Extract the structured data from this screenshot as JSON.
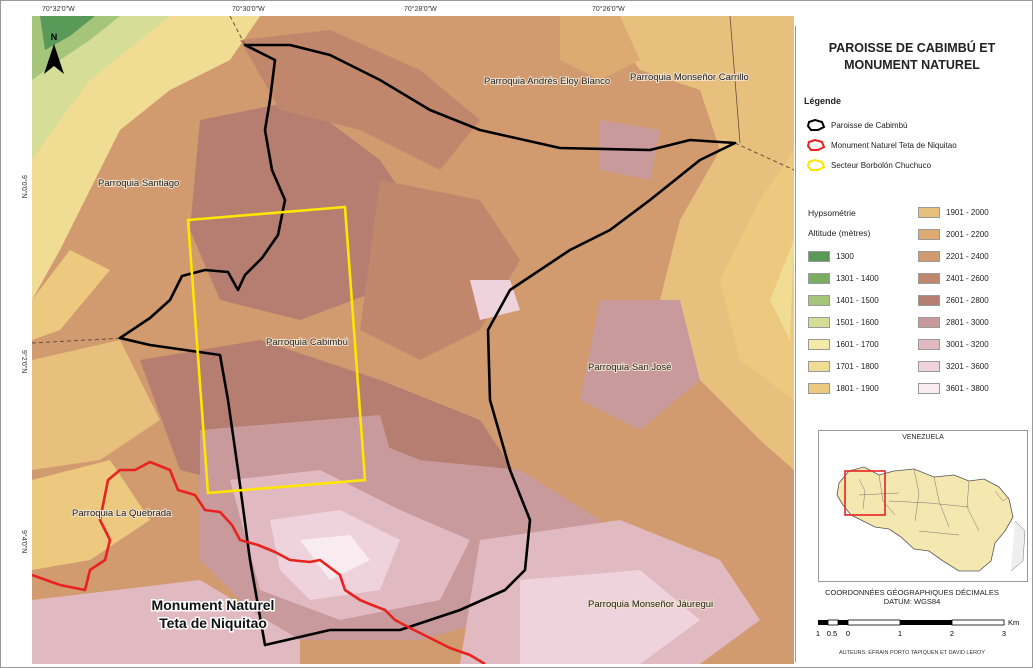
{
  "title_line1": "PAROISSE DE CABIMBÚ ET",
  "title_line2": "MONUMENT NATUREL",
  "legend_heading": "Légende",
  "line_items": [
    {
      "label": "Paroisse de Cabimbú",
      "color": "#000000"
    },
    {
      "label": "Monument Naturel Teta de Niquitao",
      "color": "#e8231f"
    },
    {
      "label": "Secteur Borbolón Chuchuco",
      "color": "#ffe500"
    }
  ],
  "hypsometry_heading": "Hypsométrie",
  "altitude_heading": "Altitude (mètres)",
  "hypsometry_classes": [
    {
      "label": "1300",
      "color": "#5a9a58"
    },
    {
      "label": "1301 - 1400",
      "color": "#79ad62"
    },
    {
      "label": "1401 - 1500",
      "color": "#a5c57b"
    },
    {
      "label": "1501 - 1600",
      "color": "#d6dd96"
    },
    {
      "label": "1601 - 1700",
      "color": "#f2eaa6"
    },
    {
      "label": "1701 - 1800",
      "color": "#f1dc94"
    },
    {
      "label": "1801 - 1900",
      "color": "#ecc97f"
    },
    {
      "label": "1901 - 2000",
      "color": "#e8c07d"
    },
    {
      "label": "2001 - 2200",
      "color": "#ddaa72"
    },
    {
      "label": "2201 - 2400",
      "color": "#d19a6f"
    },
    {
      "label": "2401 - 2600",
      "color": "#c1876d"
    },
    {
      "label": "2601 - 2800",
      "color": "#b57e71"
    },
    {
      "label": "2801 - 3000",
      "color": "#c99a9c"
    },
    {
      "label": "3001 - 3200",
      "color": "#e1b9c1"
    },
    {
      "label": "3201 - 3600",
      "color": "#efd3dc"
    },
    {
      "label": "3601 - 3800",
      "color": "#f9ecf1"
    }
  ],
  "inset_title": "VENEZUELA",
  "coord_line1": "COORDONNÉES GÉOGRAPHIQUES DÉCIMALES",
  "coord_line2": "DATUM: WGS84",
  "scale_labels": [
    "1",
    "0.5",
    "0",
    "1",
    "2",
    "3"
  ],
  "scale_unit": "Km",
  "author": "AUTEURS: EFRAIN PORTO TAPIQUEN ET DAVID LEROY",
  "north_letter": "N",
  "top_coords": [
    "70°32'0\"W",
    "70°30'0\"W",
    "70°28'0\"W",
    "70°26'0\"W"
  ],
  "left_coords": [
    "9°0'0\"N",
    "9°2'0\"N",
    "9°4'0\"N"
  ],
  "parish_labels": {
    "andres_bello": "Parroquia Andrés Eloy Blanco",
    "monsenor_carrillo": "Parroquia Monseñor Carrillo",
    "santiago": "Parroquia Santiago",
    "cabimbu": "Parroquia Cabimbú",
    "san_jose": "Parroquia San José",
    "la_quebrada": "Parroquia La Quebrada",
    "monsenor_jauregui": "Parroquia Monseñor Jáuregui"
  },
  "monument_line1": "Monument Naturel",
  "monument_line2": "Teta de Niquitao"
}
